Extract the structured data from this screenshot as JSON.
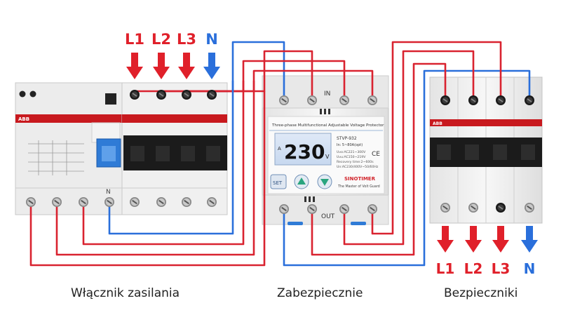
{
  "inputs": [
    {
      "label": "L1",
      "color": "#e0202a"
    },
    {
      "label": "L2",
      "color": "#e0202a"
    },
    {
      "label": "L3",
      "color": "#e0202a"
    },
    {
      "label": "N",
      "color": "#2a6fdb"
    }
  ],
  "outputs": [
    {
      "label": "L1",
      "color": "#e0202a"
    },
    {
      "label": "L2",
      "color": "#e0202a"
    },
    {
      "label": "L3",
      "color": "#e0202a"
    },
    {
      "label": "N",
      "color": "#2a6fdb"
    }
  ],
  "main_switch": {
    "caption": "Włącznik zasilania",
    "brand": "ABB",
    "neutral_mark": "N"
  },
  "protector": {
    "caption": "Zabezpiecznie",
    "header": "Three-phase Multifunctional Adjustable Voltage Protector",
    "in_label": "IN",
    "out_label": "OUT",
    "display_value": "230",
    "display_unit_left": "A",
    "display_unit_right": "V",
    "model": "STVP-932",
    "spec_current": "In: 5~80A(opt)",
    "spec_lines": [
      "Uvo:AC221~300V",
      "Uvu:AC150~219V",
      "Recovery time:2~600s",
      "Un:AC230/400V~50/60Hz"
    ],
    "brand": "SINOTIMER",
    "slogan": "The Master of Volt Guard",
    "set_label": "SET"
  },
  "breakers": {
    "caption": "Bezpieczniki",
    "brand": "ABB"
  }
}
